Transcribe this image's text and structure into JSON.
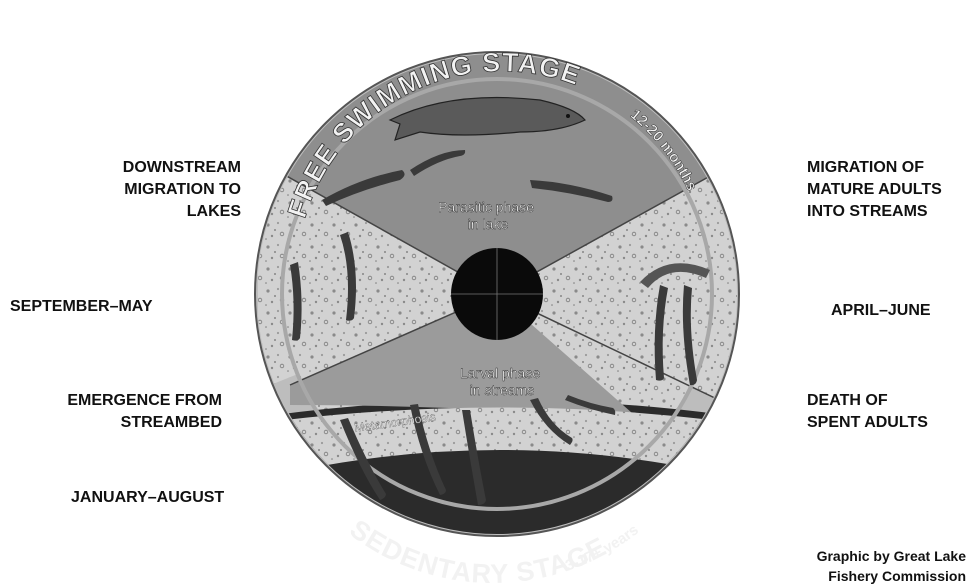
{
  "title_arc_top": "FREE SWIMMING STAGE",
  "title_arc_top_duration": "12-20 months",
  "title_arc_bottom": "SEDENTARY STAGE",
  "title_arc_bottom_duration": "3-17+ years",
  "inner_labels": {
    "parasitic": [
      "Parasitic phase",
      "in lake"
    ],
    "larval": [
      "Larval phase",
      "in streams"
    ],
    "metamorphosis": "Metamorphosis"
  },
  "left_labels": {
    "downstream": [
      "DOWNSTREAM",
      "MIGRATION TO",
      "LAKES"
    ],
    "sept_may": [
      "SEPTEMBER–MAY"
    ],
    "emergence": [
      "EMERGENCE FROM",
      "STREAMBED"
    ],
    "jan_aug": [
      "JANUARY–AUGUST"
    ]
  },
  "right_labels": {
    "migration": [
      "MIGRATION OF",
      "MATURE ADULTS",
      "INTO STREAMS"
    ],
    "april_june": [
      "APRIL–JUNE"
    ],
    "death": [
      "DEATH OF",
      "SPENT ADULTS"
    ]
  },
  "credit": [
    "Graphic by Great Lake",
    "Fishery Commission"
  ],
  "colors": {
    "outer_ring": "#bdbdbd",
    "top_wedge": "#8e8e8e",
    "gravel": "#d2d2d2",
    "bottom_band": "#2b2b2b",
    "larval_band": "#9b9b9b",
    "center": "#0a0a0a",
    "lamprey": "#3a3a3a",
    "label_text": "#111111"
  }
}
